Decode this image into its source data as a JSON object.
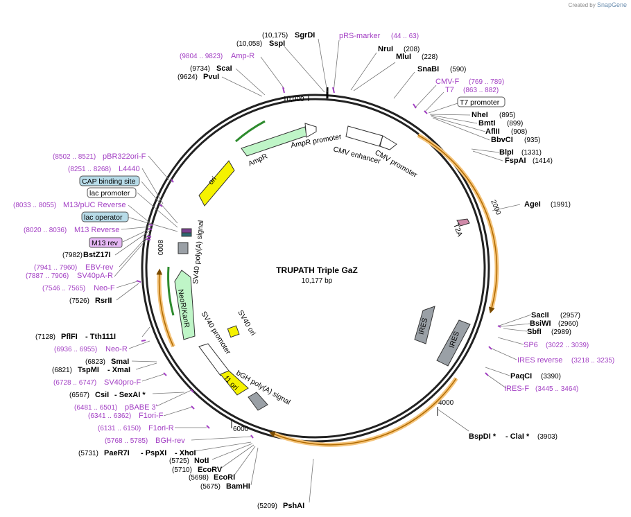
{
  "credit": {
    "prefix": "Created by",
    "brand": "SnapGene"
  },
  "plasmid": {
    "name": "TRUPATH Triple GaZ",
    "size": "10,177 bp"
  },
  "ticks": [
    "10,000",
    "2000",
    "4000",
    "6000",
    "8000"
  ],
  "features": {
    "cmv_enhancer": "CMV enhancer",
    "cmv_promoter": "CMV promoter",
    "ampr_promoter": "AmpR promoter",
    "ampr": "AmpR",
    "ori": "ori",
    "sv40_polya_1": "SV40 poly(A) signal",
    "neor": "NeoR/KanR",
    "sv40_promoter": "SV40 promoter",
    "sv40_ori": "SV40 ori",
    "f1_ori": "f1 ori",
    "bgh_polya": "bGH poly(A) signal",
    "ires1": "IRES",
    "ires2": "IRES",
    "t2a": "T2A"
  },
  "boxes": {
    "t7_promoter": "T7 promoter",
    "cap": "CAP binding site",
    "lac_promoter": "lac promoter",
    "lac_operator": "lac operator",
    "m13_rev": "M13 rev"
  },
  "labels": {
    "sgdi_pos": "(10,175)",
    "sgdi": "SgrDI",
    "sspi_pos": "(10,058)",
    "sspi": "SspI",
    "prs_marker": "pRS-marker",
    "prs_marker_pos": "(44 .. 63)",
    "nrui": "NruI",
    "nrui_pos": "(208)",
    "mlui": "MluI",
    "mlui_pos": "(228)",
    "snabi": "SnaBI",
    "snabi_pos": "(590)",
    "ampr_pos": "(9804 .. 9823)",
    "ampr_primer": "Amp-R",
    "scai_pos": "(9734)",
    "scai": "ScaI",
    "pvui_pos": "(9624)",
    "pvui": "PvuI",
    "cmvf": "CMV-F",
    "cmvf_pos": "(769 .. 789)",
    "t7": "T7",
    "t7_pos": "(863 .. 882)",
    "nhei": "NheI",
    "nhei_pos": "(895)",
    "bmti": "BmtI",
    "bmti_pos": "(899)",
    "aflii": "AflII",
    "aflii_pos": "(908)",
    "bbvci": "BbvCI",
    "bbvci_pos": "(935)",
    "blpi": "BlpI",
    "blpi_pos": "(1331)",
    "fspai": "FspAI",
    "fspai_pos": "(1414)",
    "pbr_pos": "(8502 .. 8521)",
    "pbr": "pBR322ori-F",
    "l4440_pos": "(8251 .. 8268)",
    "l4440": "L4440",
    "agei": "AgeI",
    "agei_pos": "(1991)",
    "m13puc_pos": "(8033 .. 8055)",
    "m13puc": "M13/pUC Reverse",
    "m13r_pos": "(8020 .. 8036)",
    "m13r": "M13 Reverse",
    "bstz_pos": "(7982)",
    "bstz": "BstZ17I",
    "ebv_pos": "(7941 .. 7960)",
    "ebv": "EBV-rev",
    "sv40pa_pos": "(7887 .. 7906)",
    "sv40pa": "SV40pA-R",
    "neof_pos": "(7546 .. 7565)",
    "neof": "Neo-F",
    "rsrii_pos": "(7526)",
    "rsrii": "RsrII",
    "pflfi_pos": "(7128)",
    "pflfi": "PflFI",
    "tth": "- Tth111I",
    "neor_pos": "(6936 .. 6955)",
    "neor_primer": "Neo-R",
    "smai_pos": "(6823)",
    "smai": "SmaI",
    "tspmi_pos": "(6821)",
    "tspmi": "TspMI",
    "xmai": "- XmaI",
    "sv40pro_pos": "(6728 .. 6747)",
    "sv40pro": "SV40pro-F",
    "csii_pos": "(6567)",
    "csii": "CsiI",
    "sexai": "- SexAI *",
    "pbabe_pos": "(6481 .. 6501)",
    "pbabe": "pBABE 3'",
    "f1orif_pos": "(6341 .. 6362)",
    "f1orif": "F1ori-F",
    "f1orir_pos": "(6131 .. 6150)",
    "f1orir": "F1ori-R",
    "bghrev_pos": "(5768 .. 5785)",
    "bghrev": "BGH-rev",
    "paer_pos": "(5731)",
    "paer": "PaeR7I",
    "pspxi": "- PspXI",
    "xhoi": "- XhoI",
    "noti_pos": "(5725)",
    "noti": "NotI",
    "ecorv_pos": "(5710)",
    "ecorv": "EcoRV",
    "ecori_pos": "(5698)",
    "ecori": "EcoRI",
    "bamhi_pos": "(5675)",
    "bamhi": "BamHI",
    "pshai_pos": "(5209)",
    "pshai": "PshAI",
    "sacii": "SacII",
    "sacii_pos": "(2957)",
    "bsiwi": "BsiWI",
    "bsiwi_pos": "(2960)",
    "sbfi": "SbfI",
    "sbfi_pos": "(2989)",
    "sp6": "SP6",
    "sp6_pos": "(3022 .. 3039)",
    "iresrev": "IRES reverse",
    "iresrev_pos": "(3218 .. 3235)",
    "paqci": "PaqCI",
    "paqci_pos": "(3390)",
    "iresf": "IRES-F",
    "iresf_pos": "(3445 .. 3464)",
    "bspdi": "BspDI *",
    "clai": "- ClaI *",
    "bspdi_pos": "(3903)"
  },
  "colors": {
    "backbone": "#222222",
    "primer": "#a340c4",
    "orf": "#f5a623",
    "green": "#bff5c7",
    "yellow": "#f5f200",
    "gray": "#9aa0a6",
    "cap": "#b7dbe8"
  }
}
